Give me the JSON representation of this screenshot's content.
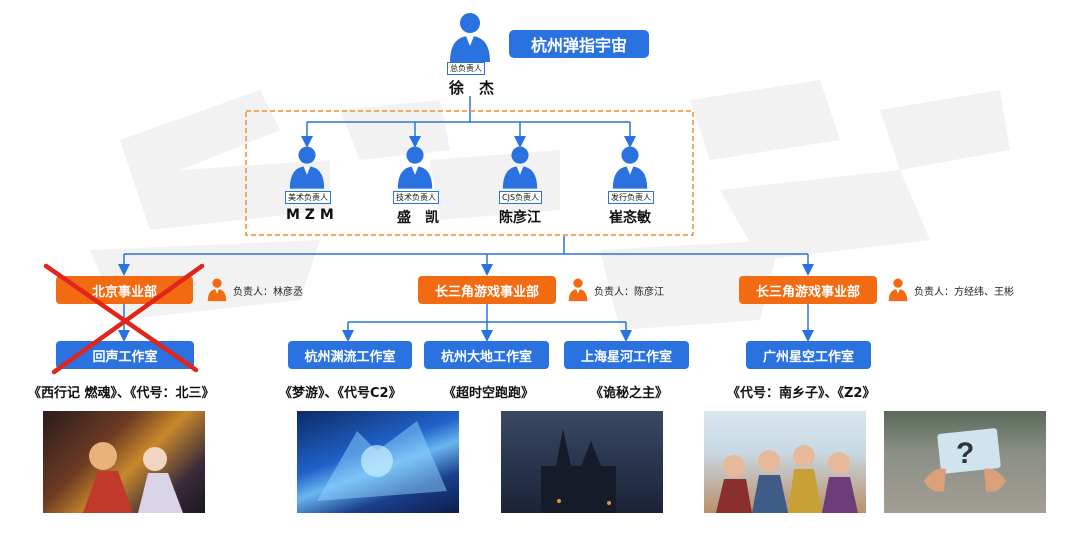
{
  "company": {
    "name": "杭州弹指宇宙",
    "head": {
      "role": "总负责人",
      "name": "徐　杰"
    }
  },
  "sub_leads": [
    {
      "role": "美术负责人",
      "name": "M Z M"
    },
    {
      "role": "技术负责人",
      "name": "盛　凯"
    },
    {
      "role": "CJS负责人",
      "name": "陈彦江"
    },
    {
      "role": "发行负责人",
      "name": "崔忞敏"
    }
  ],
  "divisions": [
    {
      "name": "北京事业部",
      "lead_prefix": "负责人：",
      "lead_names": "林彦丞",
      "crossed": true
    },
    {
      "name": "长三角游戏事业部",
      "lead_prefix": "负责人：",
      "lead_names": "陈彦江",
      "crossed": false
    },
    {
      "name": "长三角游戏事业部",
      "lead_prefix": "负责人：",
      "lead_names": "方经纬、王彬",
      "crossed": false
    }
  ],
  "studios": [
    {
      "name": "回声工作室",
      "games": "《西行记 燃魂》、《代号：北三》"
    },
    {
      "name": "杭州渊流工作室",
      "games": "《梦游》、《代号C2》"
    },
    {
      "name": "杭州大地工作室",
      "games": "《超时空跑跑》"
    },
    {
      "name": "上海星河工作室",
      "games": "《诡秘之主》"
    },
    {
      "name": "广州星空工作室",
      "games": "《代号：南乡子》、《Z2》"
    }
  ],
  "colors": {
    "blue": "#2a72e0",
    "orange": "#f26a12",
    "line": "#2a72e0",
    "dashed": "#f2912f",
    "cross": "#e0251b"
  },
  "icons": {
    "person": "person-icon",
    "question": "question-mark-icon"
  },
  "images": [
    "西行记燃魂-artwork",
    "梦游-artwork",
    "超时空跑跑-artwork",
    "诡秘之主-artwork",
    "代号南乡子-artwork",
    "mystery-card-photo"
  ]
}
